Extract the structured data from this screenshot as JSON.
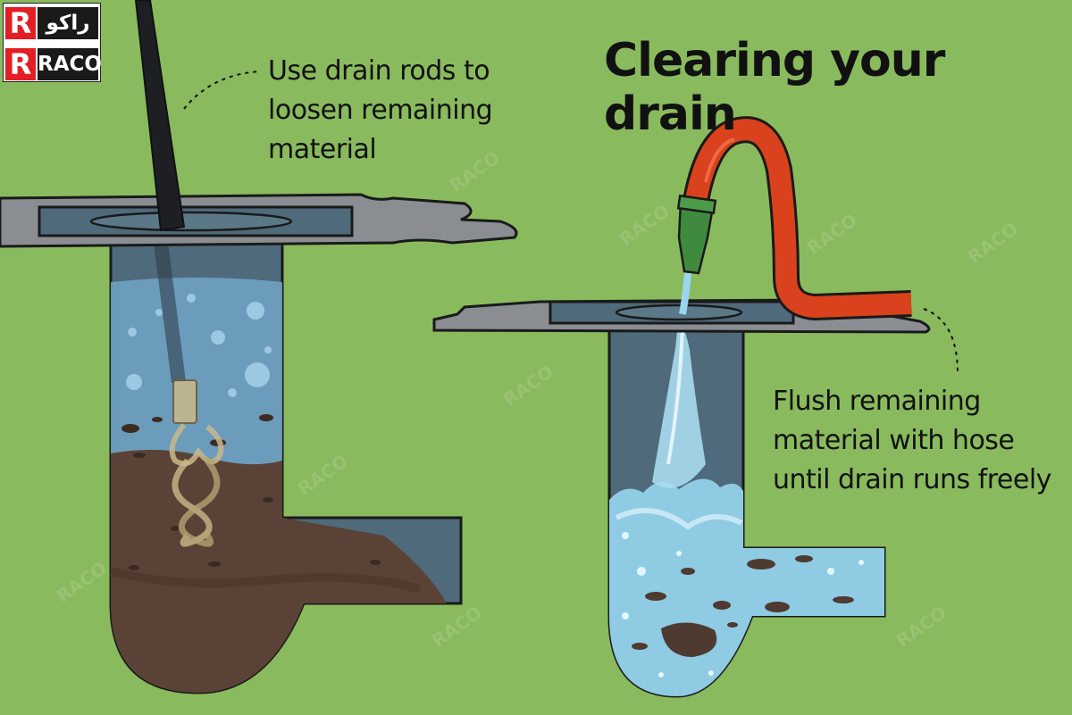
{
  "logo": {
    "arabic_name": "راكو",
    "mark_letter": "R",
    "latin_name": "RACO",
    "brand_red": "#e31e24"
  },
  "title": "Clearing your drain",
  "captions": {
    "left": [
      "Use drain rods to",
      "loosen remaining",
      "material"
    ],
    "right": [
      "Flush remaining",
      "material with hose",
      "until drain runs freely"
    ]
  },
  "watermark": "RACO",
  "colors": {
    "background": "#8aba5e",
    "grate": "#8a8d92",
    "water": "#7fb6d6",
    "sludge": "#5a4336",
    "hose": "#d9421c",
    "rod": "#1e1f22"
  },
  "illustrations": [
    {
      "name": "left-drain",
      "icon": "drain-with-rod"
    },
    {
      "name": "right-drain",
      "icon": "drain-with-hose"
    }
  ]
}
